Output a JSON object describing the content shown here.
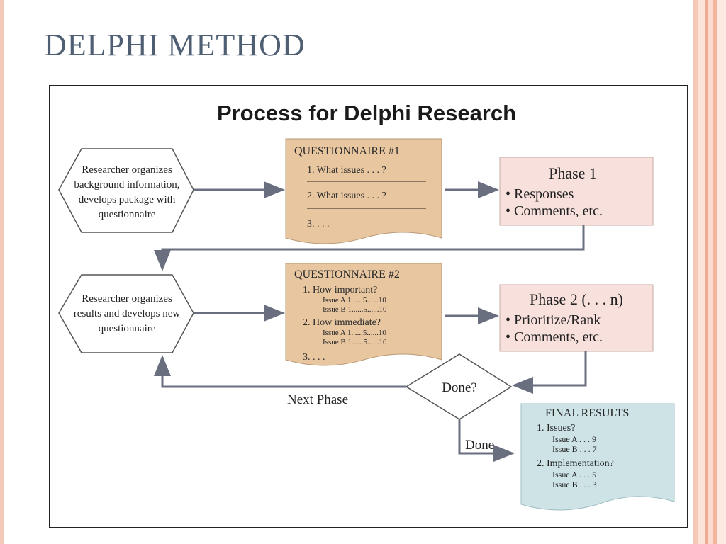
{
  "slide": {
    "title": "DELPHI METHOD"
  },
  "diagram": {
    "title": "Process for Delphi Research",
    "start_node": [
      "Researcher organizes",
      "background information,",
      "develops package with",
      "questionnaire"
    ],
    "questionnaire1": {
      "title": "QUESTIONNAIRE #1",
      "items": [
        "1. What issues . . . ?",
        "2. What issues . . . ?",
        "3. . . ."
      ]
    },
    "phase1": {
      "title": "Phase 1",
      "items": [
        "• Responses",
        "• Comments, etc."
      ]
    },
    "second_node": [
      "Researcher organizes",
      "results and develops new",
      "questionnaire"
    ],
    "questionnaire2": {
      "title": "QUESTIONNAIRE #2",
      "q1": "1. How important?",
      "q1_issue_a": "Issue A  1......5......10",
      "q1_issue_b": "Issue B  1......5......10",
      "q2": "2. How immediate?",
      "q2_issue_a": "Issue A  1......5......10",
      "q2_issue_b": "Issue B  1......5......10",
      "q3": "3. . . ."
    },
    "phase2": {
      "title": "Phase 2 (. . . n)",
      "items": [
        "• Prioritize/Rank",
        "• Comments, etc."
      ]
    },
    "decision": "Done?",
    "next_phase_label": "Next Phase",
    "done_label": "Done",
    "final_results": {
      "title": "FINAL RESULTS",
      "q1": "1. Issues?",
      "q1_issue_a": "Issue A  . . . 9",
      "q1_issue_b": "Issue B  . . . 7",
      "q2": "2. Implementation?",
      "q2_issue_a": "Issue A  . . . 5",
      "q2_issue_b": "Issue B  . . . 3"
    },
    "colors": {
      "questionnaire_fill": "#e8c6a0",
      "phase_fill": "#f8e1dc",
      "final_fill": "#cde3e6",
      "arrow": "#6a6f80"
    }
  }
}
